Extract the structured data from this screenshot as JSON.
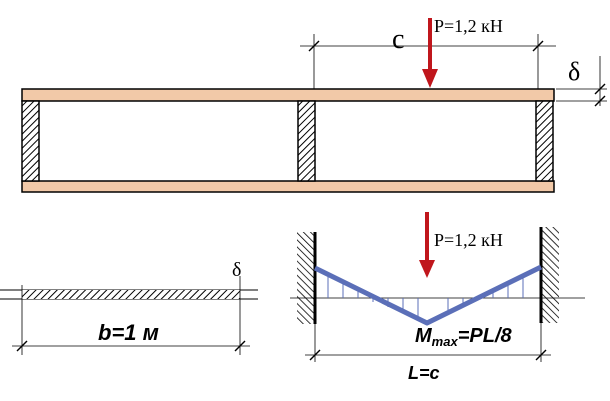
{
  "top_view": {
    "span_label": "c",
    "load_label": "P=1,2 кН",
    "thickness_label": "δ"
  },
  "section_view": {
    "thickness_label": "δ",
    "width_label": "b=1 м"
  },
  "moment_diagram": {
    "load_label": "P=1,2 кН",
    "moment_symbol": "M",
    "moment_subscript": "max",
    "moment_formula": "=PL/8",
    "span_label": "L=c"
  },
  "colors": {
    "plate_fill": "#f2c9a8",
    "load_arrow": "#c0161c",
    "moment_line": "#5b6fb8",
    "hatch": "#000000"
  }
}
